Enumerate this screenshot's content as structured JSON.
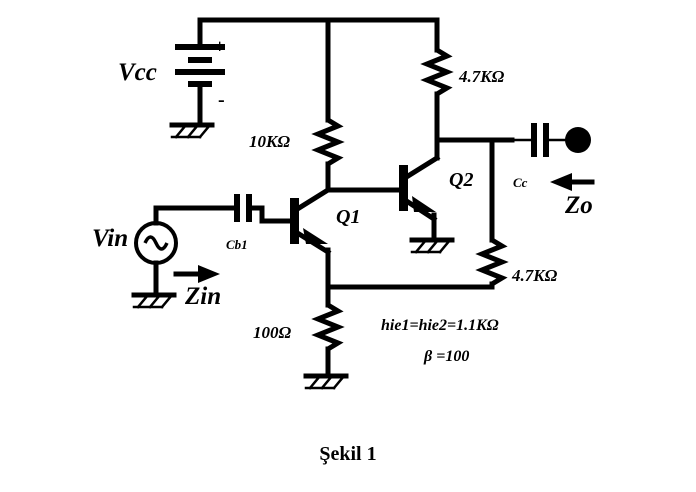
{
  "figure": {
    "caption": "Şekil 1",
    "type": "bjt-two-stage-amplifier-schematic"
  },
  "sources": {
    "vcc_label": "Vcc",
    "vcc_plus": "+",
    "vcc_minus": "-",
    "vin_label": "Vin"
  },
  "components": {
    "r_base": "10KΩ",
    "r_collector2": "4.7KΩ",
    "r_output": "4.7KΩ",
    "r_emitter": "100Ω",
    "c_input": "Cb1",
    "c_output": "Cc",
    "q1": "Q1",
    "q2": "Q2"
  },
  "ports": {
    "zin": "Zin",
    "zo": "Zo"
  },
  "notes": {
    "hie": "hie1=hie2=1.1KΩ",
    "hie_main": "hie",
    "hie_sub1": "1",
    "hie_mid": "=hie",
    "hie_sub2": "2",
    "hie_value": "=1.1KΩ",
    "beta": "β =100"
  },
  "colors": {
    "ink": "#000000",
    "background": "#ffffff"
  }
}
